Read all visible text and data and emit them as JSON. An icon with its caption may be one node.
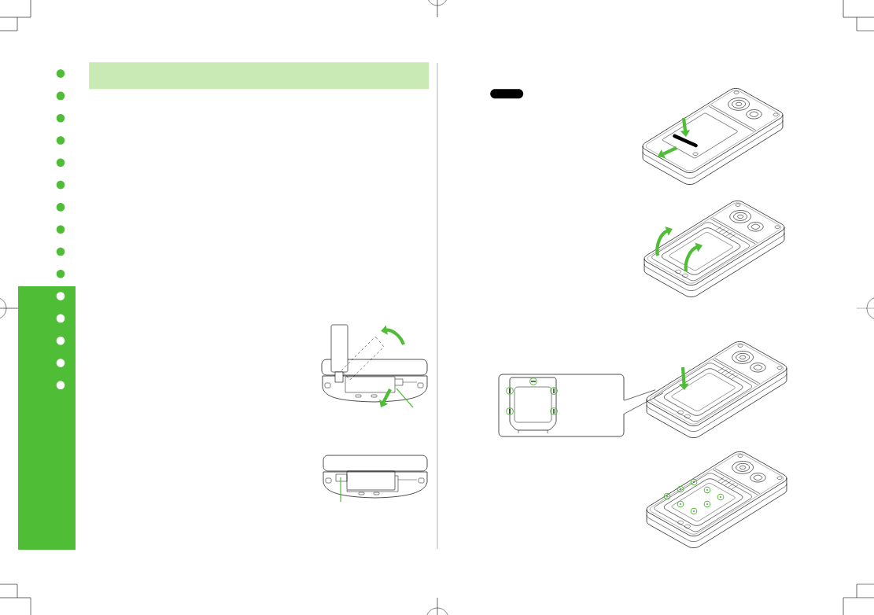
{
  "diagram": {
    "nodes": [
      {
        "text": [],
        "shape": "bar"
      },
      {
        "text": [],
        "shape": "box"
      },
      {
        "text": [],
        "shape": "picture"
      },
      {
        "text": [],
        "shape": "picture"
      }
    ],
    "edges": [
      {
        "from": 2,
        "to": 3,
        "arrow": "none"
      },
      {
        "from": 2,
        "to": 3,
        "arrow": "none"
      }
    ]
  }
}
